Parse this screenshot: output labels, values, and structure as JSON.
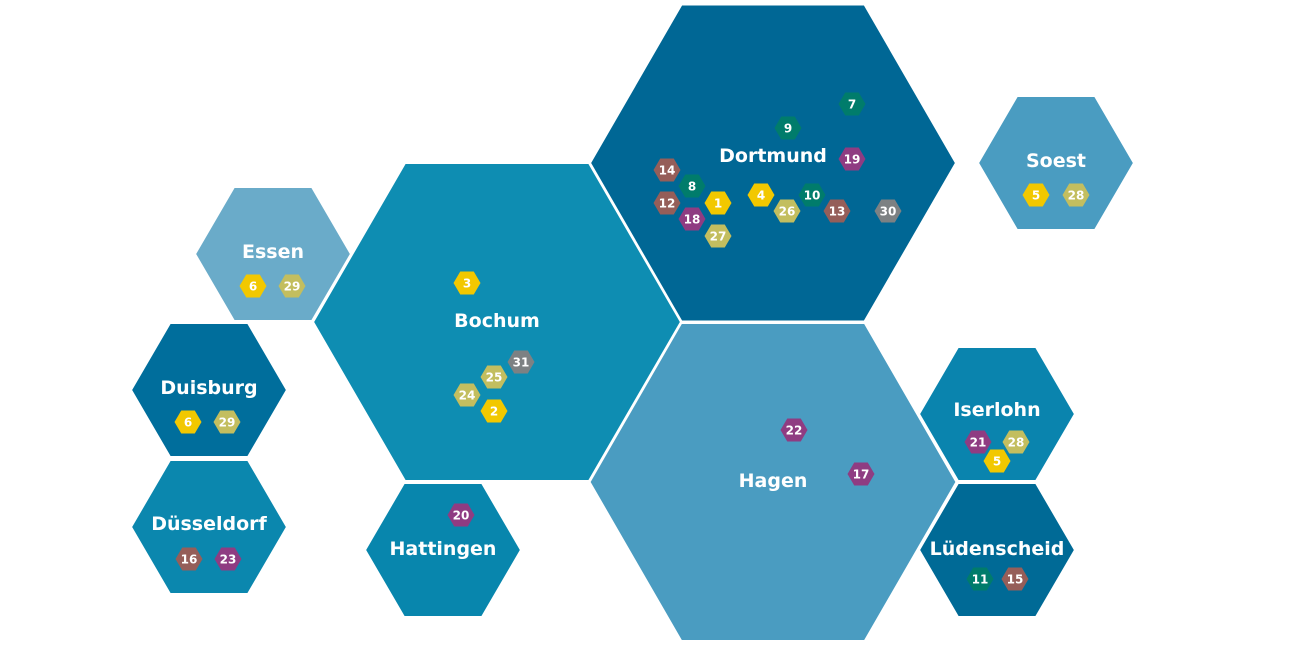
{
  "categories": {
    "yellow": "#f2c800",
    "olive": "#c3be5f",
    "grey": "#7d8183",
    "green": "#007c6b",
    "purple": "#8f3c82",
    "brown": "#955e59"
  },
  "cities": [
    {
      "name": "Dortmund",
      "color": "#006795",
      "badges": [
        {
          "n": "7",
          "c": "green"
        },
        {
          "n": "9",
          "c": "green"
        },
        {
          "n": "19",
          "c": "purple"
        },
        {
          "n": "14",
          "c": "brown"
        },
        {
          "n": "8",
          "c": "green"
        },
        {
          "n": "12",
          "c": "brown"
        },
        {
          "n": "1",
          "c": "yellow"
        },
        {
          "n": "18",
          "c": "purple"
        },
        {
          "n": "27",
          "c": "olive"
        },
        {
          "n": "4",
          "c": "yellow"
        },
        {
          "n": "26",
          "c": "olive"
        },
        {
          "n": "10",
          "c": "green"
        },
        {
          "n": "13",
          "c": "brown"
        },
        {
          "n": "30",
          "c": "grey"
        }
      ]
    },
    {
      "name": "Bochum",
      "color": "#0e8db2",
      "badges": [
        {
          "n": "3",
          "c": "yellow"
        },
        {
          "n": "31",
          "c": "grey"
        },
        {
          "n": "25",
          "c": "olive"
        },
        {
          "n": "24",
          "c": "olive"
        },
        {
          "n": "2",
          "c": "yellow"
        }
      ]
    },
    {
      "name": "Hagen",
      "color": "#4a9cc1",
      "badges": [
        {
          "n": "22",
          "c": "purple"
        },
        {
          "n": "17",
          "c": "purple"
        }
      ]
    },
    {
      "name": "Essen",
      "color": "#6aabc9",
      "badges": [
        {
          "n": "6",
          "c": "yellow"
        },
        {
          "n": "29",
          "c": "olive"
        }
      ]
    },
    {
      "name": "Duisburg",
      "color": "#006e9c",
      "badges": [
        {
          "n": "6",
          "c": "yellow"
        },
        {
          "n": "29",
          "c": "olive"
        }
      ]
    },
    {
      "name": "Düsseldorf",
      "color": "#0b87ae",
      "badges": [
        {
          "n": "16",
          "c": "brown"
        },
        {
          "n": "23",
          "c": "purple"
        }
      ]
    },
    {
      "name": "Hattingen",
      "color": "#0886ad",
      "badges": [
        {
          "n": "20",
          "c": "purple"
        }
      ]
    },
    {
      "name": "Soest",
      "color": "#4a9cc1",
      "badges": [
        {
          "n": "5",
          "c": "yellow"
        },
        {
          "n": "28",
          "c": "olive"
        }
      ]
    },
    {
      "name": "Iserlohn",
      "color": "#0a84ae",
      "badges": [
        {
          "n": "21",
          "c": "purple"
        },
        {
          "n": "28",
          "c": "olive"
        },
        {
          "n": "5",
          "c": "yellow"
        }
      ]
    },
    {
      "name": "Lüdenscheid",
      "color": "#006a96",
      "badges": [
        {
          "n": "11",
          "c": "green"
        },
        {
          "n": "15",
          "c": "brown"
        }
      ]
    }
  ]
}
